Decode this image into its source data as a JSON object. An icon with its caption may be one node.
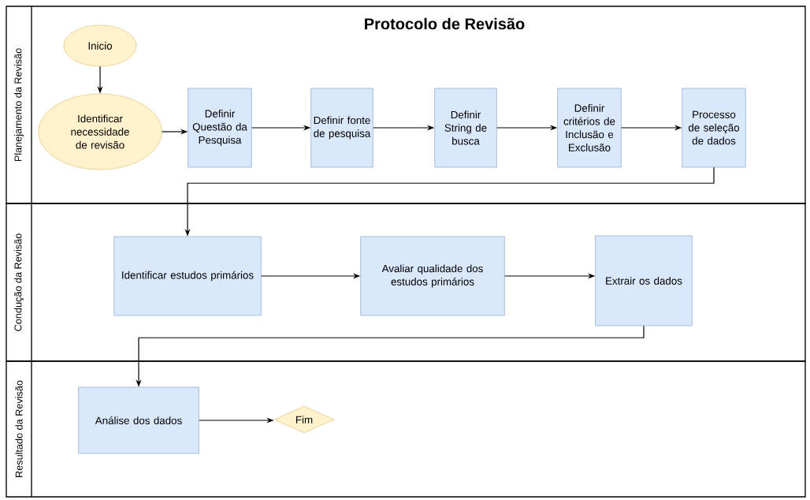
{
  "diagram": {
    "title": "Protocolo de Revisão",
    "nodes": [
      {
        "text": [
          "Planejamento da Revisão"
        ]
      },
      {
        "text": [
          "Condução da Revisão"
        ]
      },
      {
        "text": [
          "Resultado da Revisão"
        ]
      },
      {
        "text": [
          "Inicio"
        ],
        "in": 0
      },
      {
        "text": [
          "Identificar necessidade de revisão"
        ],
        "in": 0
      },
      {
        "text": [
          "Definir Questão da Pesquisa"
        ],
        "in": 0
      },
      {
        "text": [
          "Definir fonte de pesquisa"
        ],
        "in": 0
      },
      {
        "text": [
          "Definir String de busca"
        ],
        "in": 0
      },
      {
        "text": [
          "Definir critérios de Inclusão e Exclusão"
        ],
        "in": 0
      },
      {
        "text": [
          "Processo de seleção de dados"
        ],
        "in": 0
      },
      {
        "text": [
          "Identificar estudos primários"
        ],
        "in": 1
      },
      {
        "text": [
          "Avaliar qualidade dos estudos primários"
        ],
        "in": 1
      },
      {
        "text": [
          "Extrair os dados"
        ],
        "in": 1
      },
      {
        "text": [
          "Análise dos dados"
        ],
        "in": 2
      },
      {
        "text": [
          "Fim"
        ],
        "in": 2
      }
    ],
    "edges": [
      {
        "from": 3,
        "to": 4,
        "arrow": "to"
      },
      {
        "from": 4,
        "to": 5,
        "arrow": "to"
      },
      {
        "from": 5,
        "to": 6,
        "arrow": "to"
      },
      {
        "from": 6,
        "to": 7,
        "arrow": "to"
      },
      {
        "from": 7,
        "to": 8,
        "arrow": "to"
      },
      {
        "from": 8,
        "to": 9,
        "arrow": "to"
      },
      {
        "from": 9,
        "to": 10,
        "arrow": "to"
      },
      {
        "from": 10,
        "to": 11,
        "arrow": "to"
      },
      {
        "from": 11,
        "to": 12,
        "arrow": "to"
      },
      {
        "from": 12,
        "to": 13,
        "arrow": "to"
      },
      {
        "from": 13,
        "to": 14,
        "arrow": "to"
      }
    ]
  }
}
